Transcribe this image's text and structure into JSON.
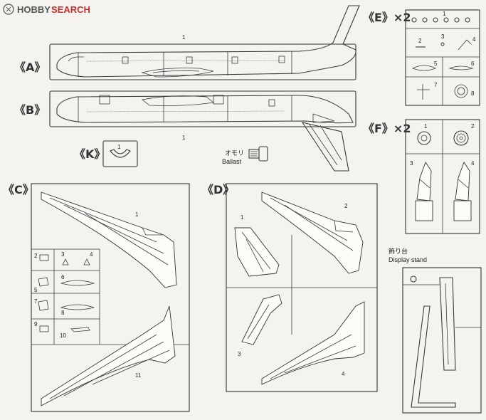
{
  "logo": {
    "brand": "HOBBY",
    "suffix": "SEARCH"
  },
  "groups": {
    "A": {
      "label": "《A》",
      "part": "1"
    },
    "B": {
      "label": "《B》",
      "part": "1"
    },
    "K": {
      "label": "《K》",
      "part": "1"
    },
    "C": {
      "label": "《C》",
      "parts": [
        "1",
        "2",
        "3",
        "4",
        "5",
        "6",
        "7",
        "8",
        "9",
        "10",
        "11"
      ]
    },
    "D": {
      "label": "《D》",
      "parts": [
        "1",
        "2",
        "3",
        "4"
      ]
    },
    "E": {
      "label": "《E》×2",
      "parts": [
        "1",
        "2",
        "3",
        "4",
        "5",
        "6",
        "7",
        "8"
      ]
    },
    "F": {
      "label": "《F》×2",
      "parts": [
        "1",
        "2",
        "3",
        "4"
      ]
    }
  },
  "ballast": {
    "jp": "オモリ",
    "en": "Ballast"
  },
  "stand": {
    "jp": "飾り台",
    "en": "Display stand"
  }
}
